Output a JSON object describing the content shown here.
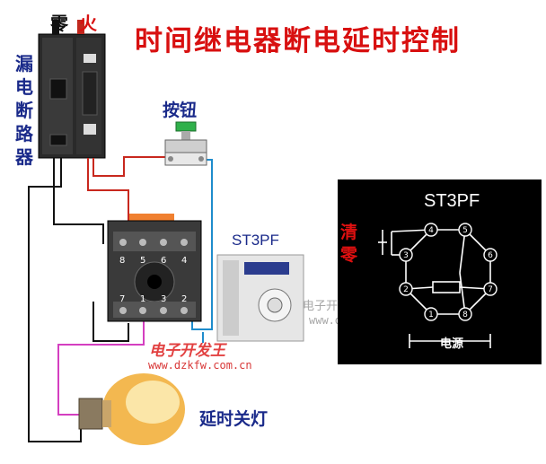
{
  "title": "时间继电器断电延时控制",
  "breaker": {
    "label_neutral": "零",
    "label_live": "火",
    "vertical_label": [
      "漏",
      "电",
      "断",
      "路",
      "器"
    ]
  },
  "button_label": "按钮",
  "relay_label": "ST3PF",
  "lamp_label": "延时关灯",
  "watermark": {
    "site_cn_gray": "电子开发网",
    "url_gray": "www.dzkfw.com.cn",
    "site_cn_red": "电子开发王",
    "url_red": "www.dzkfw.com.cn"
  },
  "schematic": {
    "title": "ST3PF",
    "clear_label": [
      "清",
      "零"
    ],
    "power_label": "电源",
    "pins": [
      "1",
      "2",
      "3",
      "4",
      "5",
      "6",
      "7",
      "8"
    ]
  },
  "socket_pins_top": [
    "8",
    "5",
    "6",
    "4"
  ],
  "socket_pins_bottom": [
    "7",
    "1",
    "3",
    "2"
  ],
  "colors": {
    "title": "#d81010",
    "label": "#1a2a8a",
    "wire_red": "#c8281e",
    "wire_black": "#111111",
    "wire_blue": "#1e8ccc",
    "wire_magenta": "#d43fc0"
  }
}
